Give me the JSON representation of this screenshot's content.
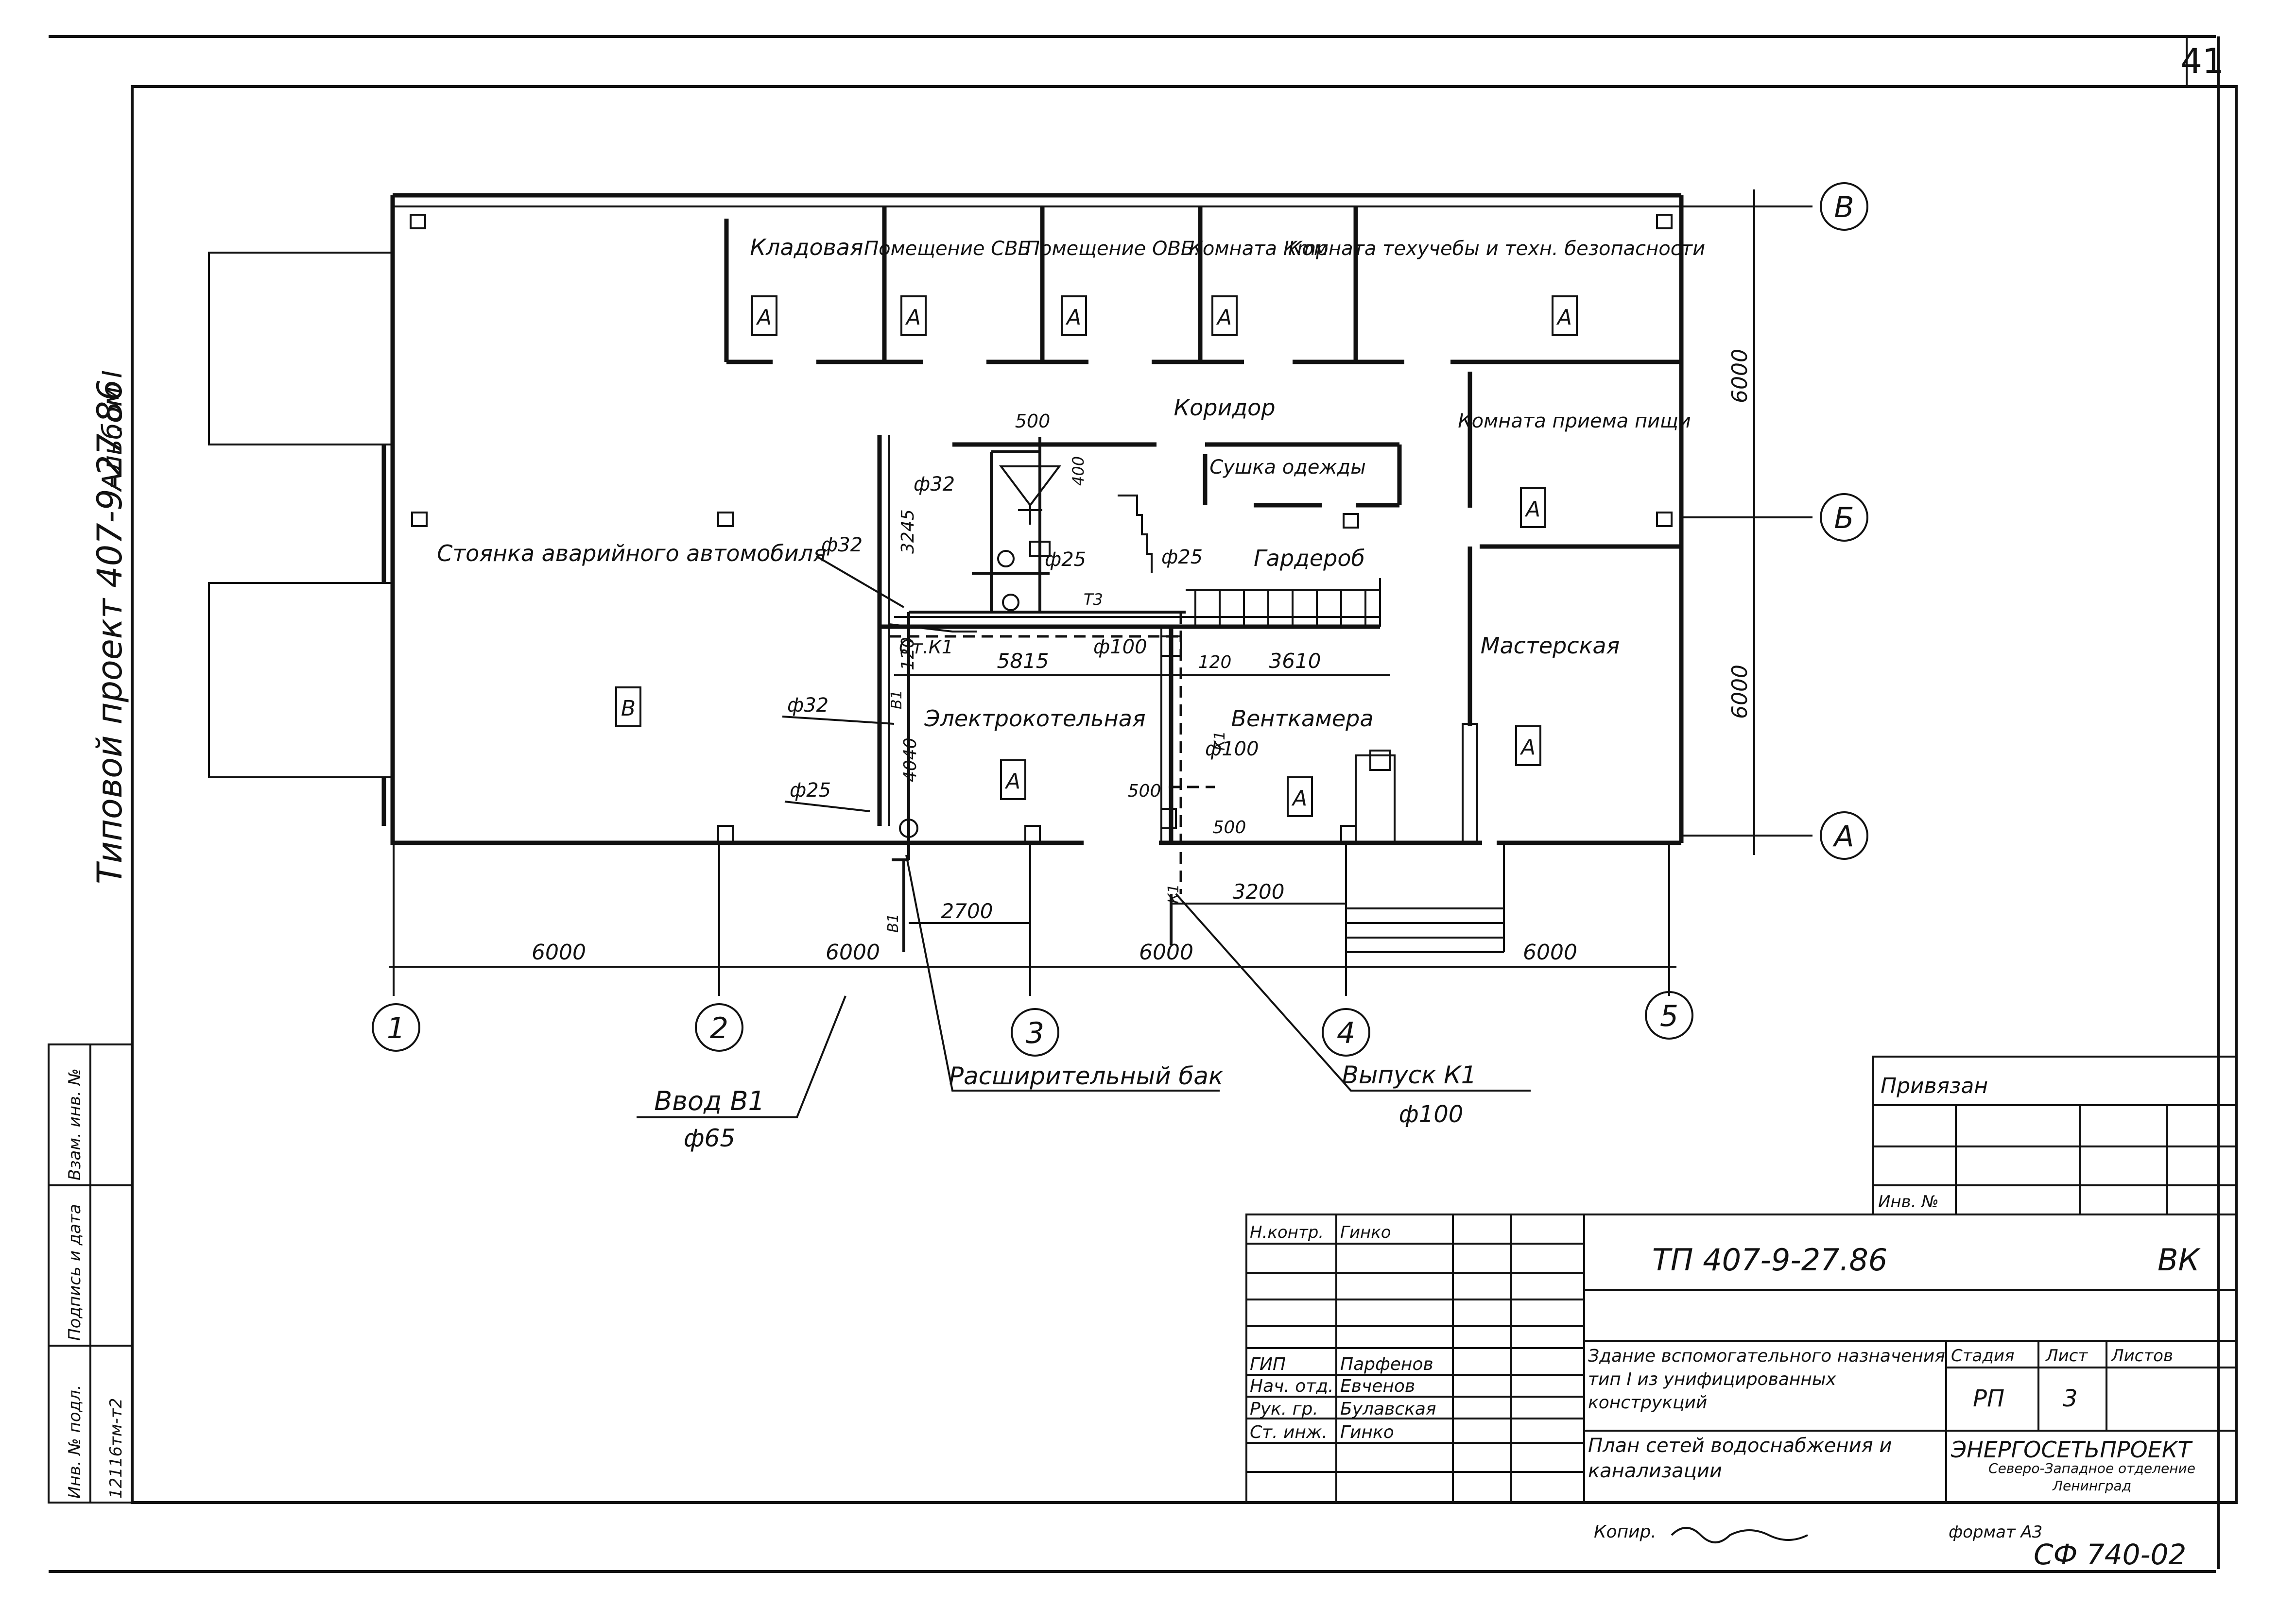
{
  "sheet": {
    "page_number": "41",
    "album": "Альбом I",
    "project_label": "Типовой проект 407-9-27.86",
    "copied": "Копир.",
    "format": "формат А3",
    "code": "СФ 740-02"
  },
  "axes": {
    "rows": [
      "В",
      "Б",
      "А"
    ],
    "columns": [
      "1",
      "2",
      "3",
      "4",
      "5"
    ]
  },
  "rooms": [
    {
      "key": "storage",
      "label": "Кладовая"
    },
    {
      "key": "svb",
      "label": "Помещение СВБ"
    },
    {
      "key": "ovb",
      "label": "Помещение ОВБ."
    },
    {
      "key": "ktp",
      "label": "Комната Кmр"
    },
    {
      "key": "tech",
      "label": "Комната техучебы и техн. безопасности"
    },
    {
      "key": "corridor",
      "label": "Коридор"
    },
    {
      "key": "drying",
      "label": "Сушка одежды"
    },
    {
      "key": "dining",
      "label": "Комната приема пищи"
    },
    {
      "key": "parking",
      "label": "Стоянка аварийного автомобиля"
    },
    {
      "key": "wardrobe",
      "label": "Гардероб"
    },
    {
      "key": "boiler",
      "label": "Электрокотельная"
    },
    {
      "key": "vent",
      "label": "Венткамера"
    },
    {
      "key": "workshop",
      "label": "Мастерская"
    }
  ],
  "room_marks": {
    "a": "А",
    "b": "В"
  },
  "dimensions": {
    "d6000": "6000",
    "d5815": "5815",
    "d3610": "3610",
    "d120": "120",
    "d3245": "3245",
    "d4040": "4040",
    "d500": "500",
    "d2700": "2700",
    "d3200": "3200",
    "d100": "100",
    "d400": "400"
  },
  "pipes": {
    "d32": "ф32",
    "d25": "ф25",
    "d100": "ф100",
    "d25_wardrobe": "ф25",
    "stk1": "Ст.К1",
    "b1": "В1",
    "k1": "К1",
    "t3": "Т3"
  },
  "callouts": {
    "inlet": "Ввод В1",
    "inlet_dia": "ф65",
    "tank": "Расширительный бак",
    "outlet": "Выпуск К1",
    "outlet_dia": "ф100"
  },
  "side_stamp": {
    "col1": "Инв. № подл.",
    "col1_val": "12116тм-т2",
    "col2": "Подпись и дата",
    "col3": "Взам. инв. №"
  },
  "binding": {
    "title": "Привязан",
    "inv": "Инв. №"
  },
  "title_block": {
    "people": [
      {
        "role": "Н.контр.",
        "name": "Гинко"
      },
      {
        "role": "ГИП",
        "name": "Парфенов"
      },
      {
        "role": "Нач. отд.",
        "name": "Евченов"
      },
      {
        "role": "Рук. гр.",
        "name": "Булавская"
      },
      {
        "role": "Ст. инж.",
        "name": "Гинко"
      }
    ],
    "doc_code": "ТП 407-9-27.86",
    "mark": "ВК",
    "building": "Здание вспомогательного назначения тип I из унифицированных конструкций",
    "sheet_title": "План сетей водоснабжения и канализации",
    "stage_h": "Стадия",
    "sheet_h": "Лист",
    "sheets_h": "Листов",
    "stage": "РП",
    "sheet_no": "3",
    "org": "ЭНЕРГОСЕТЬПРОЕКТ",
    "org_sub": "Северо-Западное отделение Ленинград"
  }
}
